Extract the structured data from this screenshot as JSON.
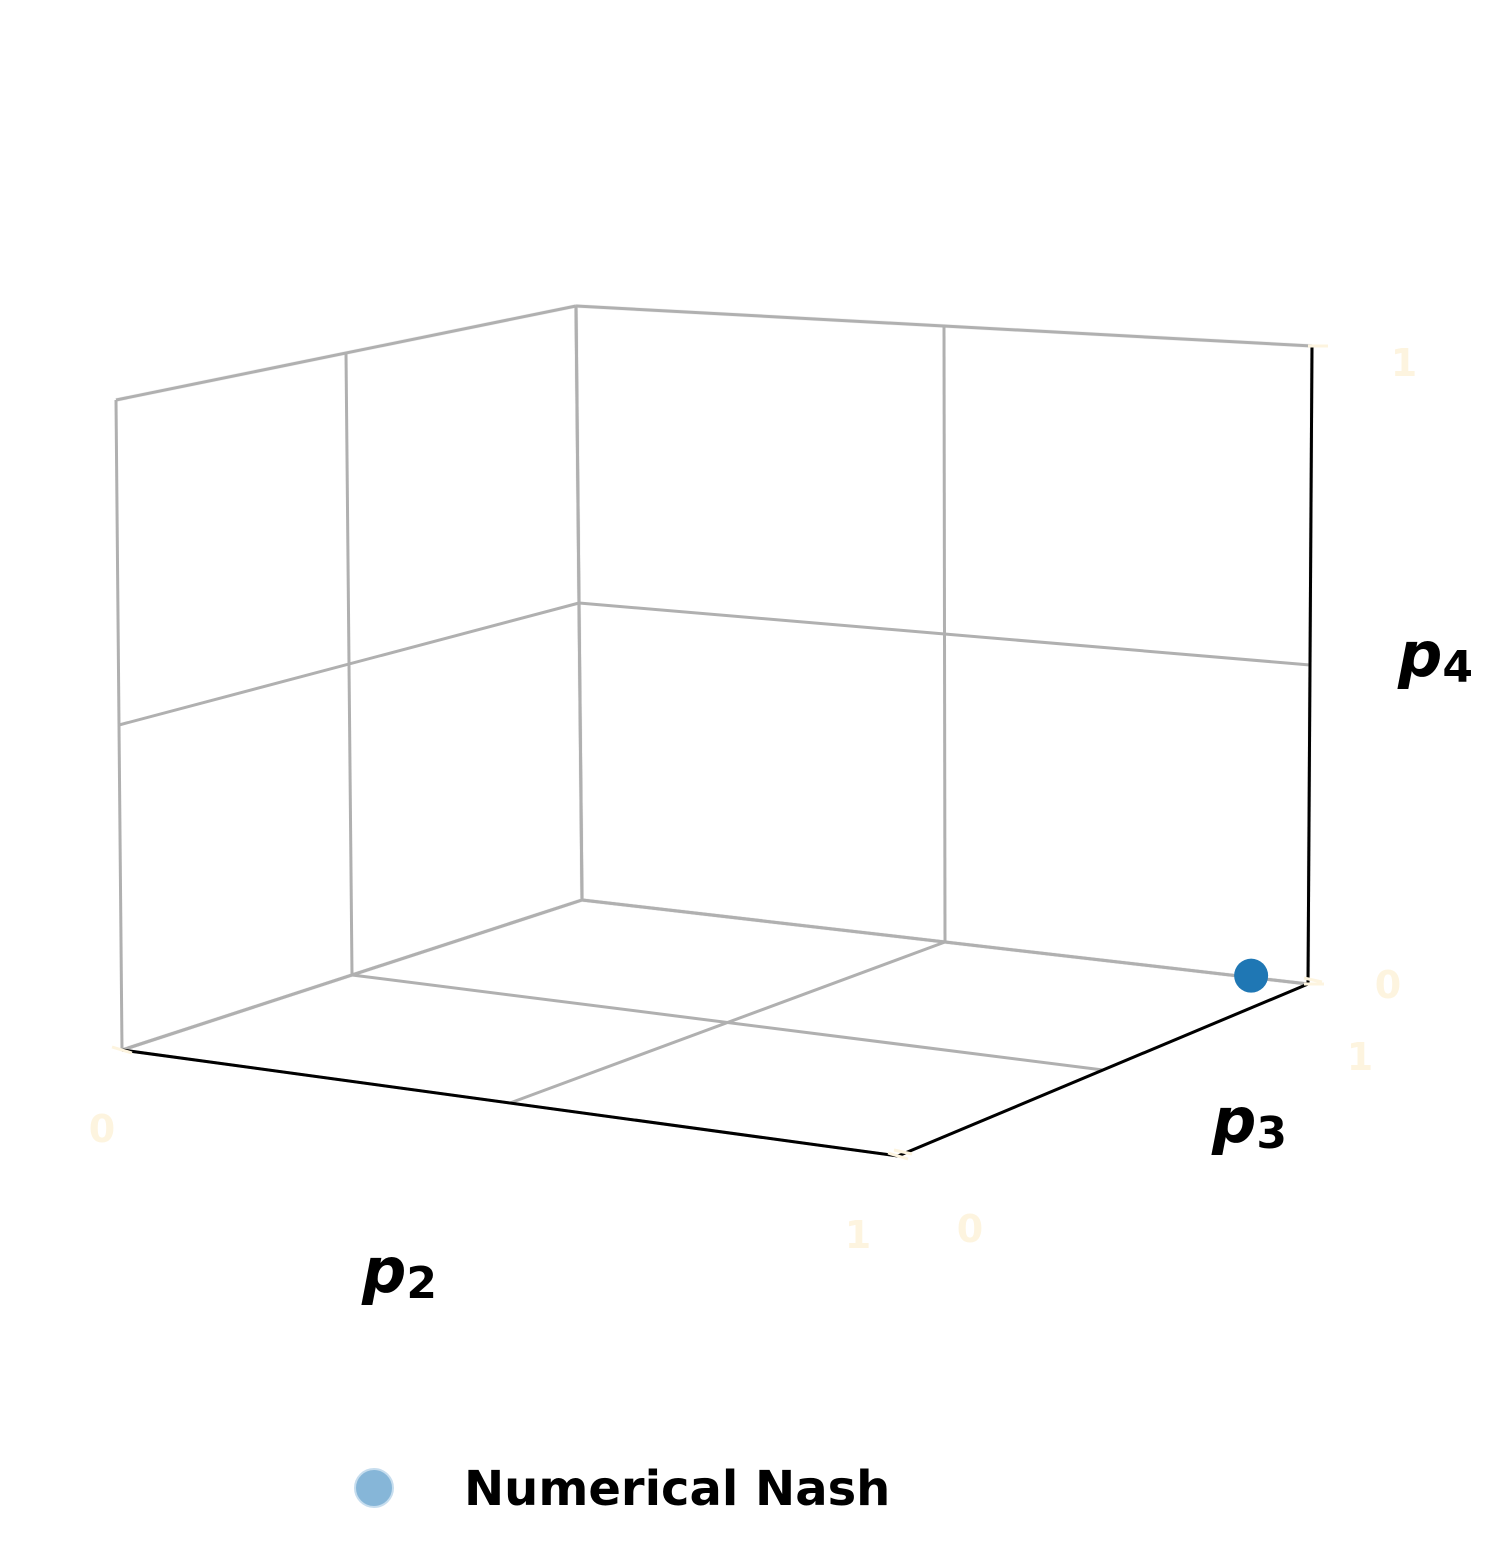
{
  "chart_data": {
    "type": "scatter",
    "projection": "3d",
    "title": "",
    "axes": {
      "x": {
        "label_main": "p",
        "label_sub": "2",
        "lim": [
          0,
          1
        ],
        "ticks": [
          "0",
          "1"
        ]
      },
      "y": {
        "label_main": "p",
        "label_sub": "3",
        "lim": [
          0,
          1
        ],
        "ticks": [
          "0",
          "1"
        ]
      },
      "z": {
        "label_main": "p",
        "label_sub": "4",
        "lim": [
          0,
          1
        ],
        "ticks": [
          "0",
          "1"
        ]
      }
    },
    "grid": true,
    "series": [
      {
        "name": "Numerical Nash",
        "color": "#1f77b4",
        "points": [
          {
            "x": 0.95,
            "y": 0.95,
            "z": 0.02
          }
        ]
      }
    ],
    "legend": {
      "placement": "bottom-center"
    },
    "colors": {
      "tick_label": "#fdf4df",
      "grid": "#b0b0b0",
      "axis": "#000000",
      "legend_marker": "#86b6d8"
    }
  }
}
